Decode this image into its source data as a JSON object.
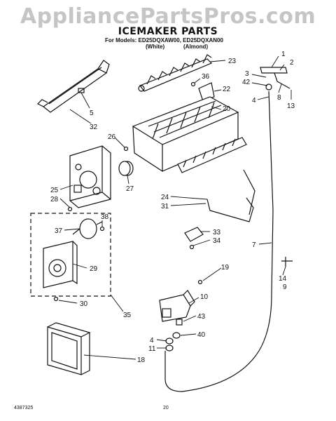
{
  "watermark": "AppliancePartsPros.com",
  "title": "ICEMAKER PARTS",
  "subtitle": "For Models: ED25DQXAW00, ED25DQXAN00",
  "finish_white": "(White)",
  "finish_almond": "(Almond)",
  "footer_doc": "4387325",
  "footer_page": "20",
  "callouts": [
    "1",
    "2",
    "3",
    "42",
    "8",
    "13",
    "23",
    "36",
    "22",
    "20",
    "4",
    "5",
    "32",
    "26",
    "27",
    "25",
    "28",
    "24",
    "31",
    "38",
    "37",
    "29",
    "30",
    "35",
    "33",
    "34",
    "7",
    "19",
    "10",
    "43",
    "14",
    "9",
    "40",
    "4",
    "11",
    "18"
  ]
}
